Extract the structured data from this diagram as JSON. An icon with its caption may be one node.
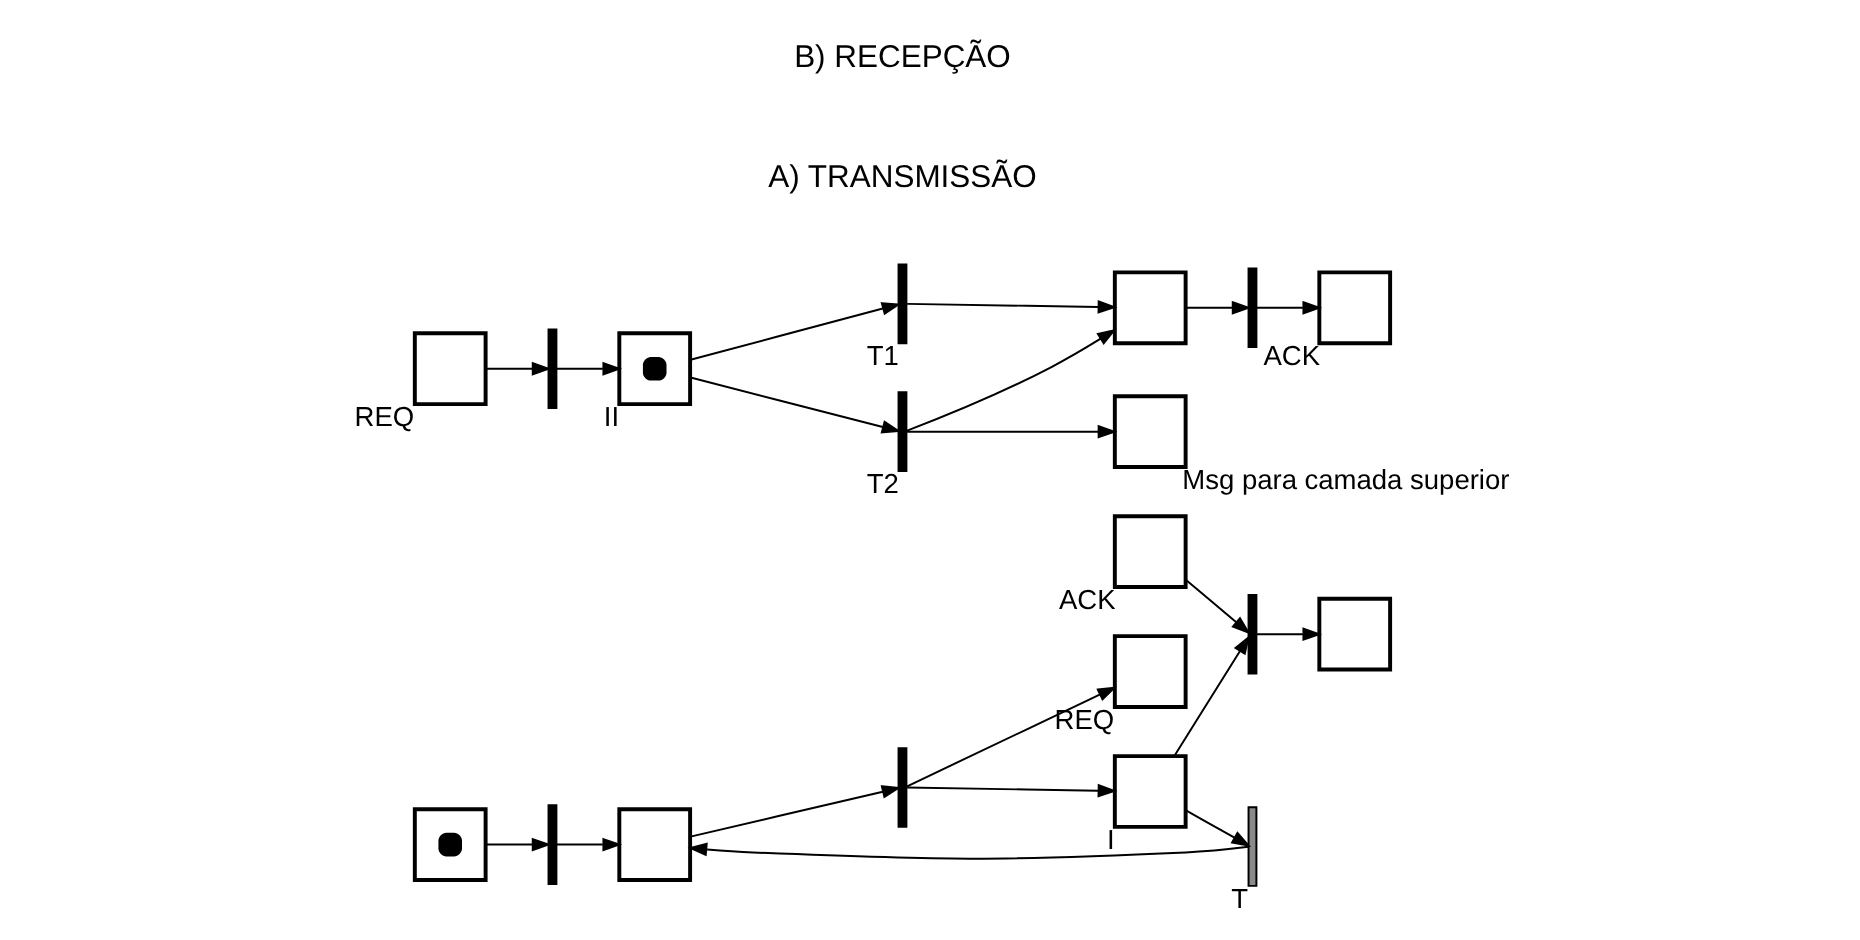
{
  "diagram": {
    "nodes": [
      {
        "text": [],
        "shape": "box"
      },
      {
        "text": [],
        "shape": "bar"
      },
      {
        "text": [],
        "shape": "box"
      },
      {
        "text": [],
        "shape": "bar"
      },
      {
        "text": [],
        "shape": "box",
        "beside": [
          "I"
        ]
      },
      {
        "text": [],
        "shape": "bar"
      },
      {
        "text": [],
        "shape": "box"
      },
      {
        "text": [],
        "shape": "bar",
        "beside": [
          "T"
        ]
      },
      {
        "text": [],
        "shape": "box",
        "beside": [
          "REQ"
        ]
      },
      {
        "text": [],
        "shape": "box",
        "beside": [
          "ACK"
        ]
      },
      {
        "text": [],
        "shape": "box",
        "beside": [
          "REQ"
        ]
      },
      {
        "text": [],
        "shape": "bar"
      },
      {
        "text": [],
        "shape": "box",
        "beside": [
          "II"
        ]
      },
      {
        "text": [],
        "shape": "bar",
        "beside": [
          "T1"
        ]
      },
      {
        "text": [],
        "shape": "box"
      },
      {
        "text": [],
        "shape": "bar"
      },
      {
        "text": [],
        "shape": "box",
        "beside": [
          "ACK"
        ]
      },
      {
        "text": [],
        "shape": "bar",
        "beside": [
          "T2"
        ]
      },
      {
        "text": [],
        "shape": "box",
        "beside": [
          "Msg para camada superior"
        ]
      }
    ],
    "edges": [
      {
        "from": 0,
        "to": 1,
        "arrow": "to"
      },
      {
        "from": 1,
        "to": 2,
        "arrow": "to"
      },
      {
        "from": 2,
        "to": 3,
        "arrow": "to"
      },
      {
        "from": 3,
        "to": 4,
        "arrow": "to"
      },
      {
        "from": 4,
        "to": 5,
        "arrow": "to"
      },
      {
        "from": 5,
        "to": 6,
        "arrow": "to"
      },
      {
        "from": 4,
        "to": 7,
        "arrow": "to"
      },
      {
        "from": 7,
        "to": 2,
        "arrow": "to"
      },
      {
        "from": 3,
        "to": 8,
        "arrow": "to"
      },
      {
        "from": 9,
        "to": 5,
        "arrow": "to"
      },
      {
        "from": 10,
        "to": 11,
        "arrow": "to"
      },
      {
        "from": 11,
        "to": 12,
        "arrow": "to"
      },
      {
        "from": 12,
        "to": 13,
        "arrow": "to"
      },
      {
        "from": 13,
        "to": 14,
        "arrow": "to"
      },
      {
        "from": 14,
        "to": 15,
        "arrow": "to"
      },
      {
        "from": 15,
        "to": 16,
        "arrow": "to"
      },
      {
        "from": 12,
        "to": 17,
        "arrow": "to"
      },
      {
        "from": 17,
        "to": 14,
        "arrow": "to"
      },
      {
        "from": 17,
        "to": 18,
        "arrow": "to"
      }
    ],
    "labels": [
      "A) TRANSMISSÃO",
      "B) RECEPÇÃO"
    ]
  }
}
